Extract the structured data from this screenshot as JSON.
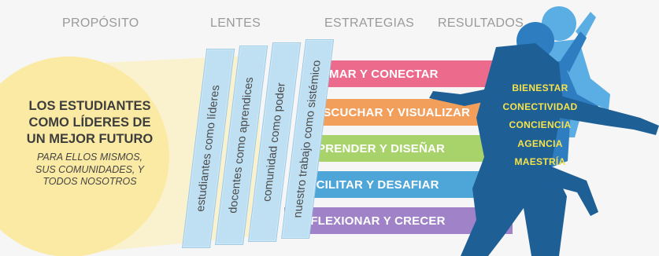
{
  "headers": {
    "purpose": "PROPÓSITO",
    "lenses": "LENTES",
    "strategies": "ESTRATEGIAS",
    "results": "RESULTADOS"
  },
  "purpose": {
    "title": "LOS ESTUDIANTES\nCOMO LÍDERES DE\nUN MEJOR FUTURO",
    "subtitle": "PARA ELLOS MISMOS,\nSUS COMUNIDADES, Y\nTODOS NOSOTROS"
  },
  "lenses": [
    "estudiantes como líderes",
    "docentes como aprendices",
    "comunidad como poder",
    "nuestro trabajo como sistémico"
  ],
  "strategies": [
    {
      "label": "AMAR Y CONECTAR",
      "color": "#ec6b8d"
    },
    {
      "label": "ESCUCHAR Y VISUALIZAR",
      "color": "#f39f5c"
    },
    {
      "label": "APRENDER Y DISEÑAR",
      "color": "#a8d36b"
    },
    {
      "label": "FACILITAR Y DESAFIAR",
      "color": "#4ea6d8"
    },
    {
      "label": "REFLEXIONAR Y CRECER",
      "color": "#9f82c7"
    }
  ],
  "results": [
    "BIENESTAR",
    "CONECTIVIDAD",
    "CONCIENCIA",
    "AGENCIA",
    "MAESTRÍA"
  ],
  "colors": {
    "circle": "#fbeaa3",
    "lens": "#bfe0f3",
    "silhouette_dark": "#1e5f96",
    "silhouette_mid": "#2d7dc0",
    "silhouette_light": "#5aaee3",
    "results_text": "#f7e34a"
  }
}
